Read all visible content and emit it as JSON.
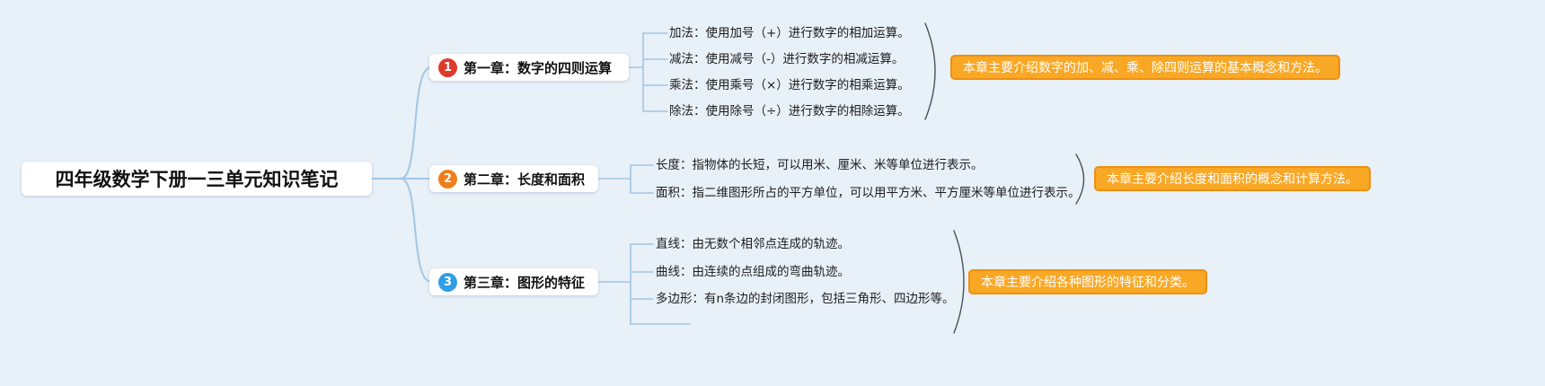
{
  "root": {
    "label": "四年级数学下册一三单元知识笔记"
  },
  "branches": [
    {
      "number": "1",
      "label": "第一章：数字的四则运算",
      "badge_color": "#e03a2b",
      "children": [
        {
          "text": "加法：使用加号（+）进行数字的相加运算。"
        },
        {
          "text": "减法：使用减号（-）进行数字的相减运算。"
        },
        {
          "text": "乘法：使用乘号（×）进行数字的相乘运算。"
        },
        {
          "text": "除法：使用除号（÷）进行数字的相除运算。"
        }
      ],
      "summary": "本章主要介绍数字的加、减、乘、除四则运算的基本概念和方法。"
    },
    {
      "number": "2",
      "label": "第二章：长度和面积",
      "badge_color": "#f07d1a",
      "children": [
        {
          "text": "长度：指物体的长短，可以用米、厘米、米等单位进行表示。"
        },
        {
          "text": "面积：指二维图形所占的平方单位，可以用平方米、平方厘米等单位进行表示。"
        }
      ],
      "summary": "本章主要介绍长度和面积的概念和计算方法。"
    },
    {
      "number": "3",
      "label": "第三章：图形的特征",
      "badge_color": "#2e9fe6",
      "children": [
        {
          "text": "直线：由无数个相邻点连成的轨迹。"
        },
        {
          "text": "曲线：由连续的点组成的弯曲轨迹。"
        },
        {
          "text": "多边形：有n条边的封闭图形，包括三角形、四边形等。"
        }
      ],
      "summary": "本章主要介绍各种图形的特征和分类。"
    }
  ],
  "colors": {
    "background": "#e8f0f8",
    "connector_line": "#a3c6e3",
    "brace_line": "#46525e",
    "node_background": "#ffffff",
    "text": "#1d1d1d",
    "summary_fill": "#f9a826",
    "summary_border": "#ef8f0e",
    "summary_text": "#ffffff",
    "badge_1": "#e03a2b",
    "badge_2": "#f07d1a",
    "badge_3": "#2e9fe6"
  }
}
